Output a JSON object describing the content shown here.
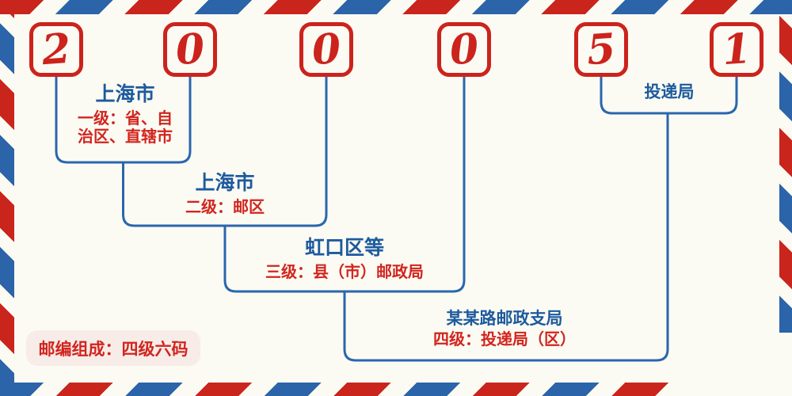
{
  "postal_code": {
    "digits": [
      "2",
      "0",
      "0",
      "0",
      "5",
      "1"
    ],
    "full": "200051"
  },
  "levels": [
    {
      "name": "上海市",
      "desc": "一级：省、自治区、直辖市",
      "desc_lines": [
        "一级：省、自",
        "治区、直辖市"
      ]
    },
    {
      "name": "上海市",
      "desc": "二级：邮区"
    },
    {
      "name": "虹口区等",
      "desc": "三级：县（市）邮政局"
    },
    {
      "name": "某某路邮政支局",
      "desc": "四级：投递局（区）"
    },
    {
      "name": "投递局"
    }
  ],
  "footer": {
    "composition_label": "邮编组成：四级六码"
  },
  "colors": {
    "accent_red": "#cc231d",
    "accent_blue": "#2a66ad",
    "text_blue": "#1d5a9e",
    "text_red": "#d1251e",
    "background": "#fbfbf3",
    "pill_background": "#f8ece8"
  }
}
